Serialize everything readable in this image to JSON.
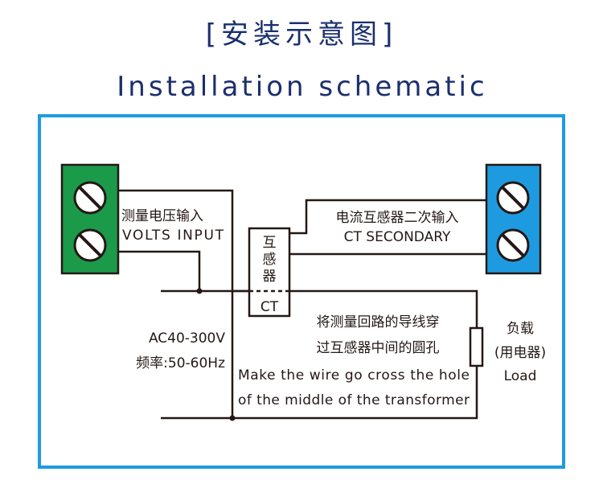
{
  "title_cn": "[安装示意图]",
  "title_en": "Installation schematic",
  "colors": {
    "frame": "#1e9be0",
    "volts_block": "#1b9a49",
    "ct_block": "#1e9be0",
    "title": "#1b2f6e"
  },
  "volts_input": {
    "cn": "测量电压输入",
    "en": "VOLTS INPUT"
  },
  "ct_secondary": {
    "cn": "电流互感器二次输入",
    "en": "CT SECONDARY"
  },
  "ct": {
    "chars": [
      "互",
      "感",
      "器"
    ],
    "label": "CT"
  },
  "supply": {
    "voltage": "AC40-300V",
    "frequency": "频率:50-60Hz"
  },
  "note": {
    "cn_line1": "将测量回路的导线穿",
    "cn_line2": "过互感器中间的圆孔",
    "en_line1": "Make the wire go cross the hole",
    "en_line2": "of the middle of the transformer"
  },
  "load": {
    "cn": "负载",
    "cn2": "(用电器)",
    "en": "Load"
  }
}
